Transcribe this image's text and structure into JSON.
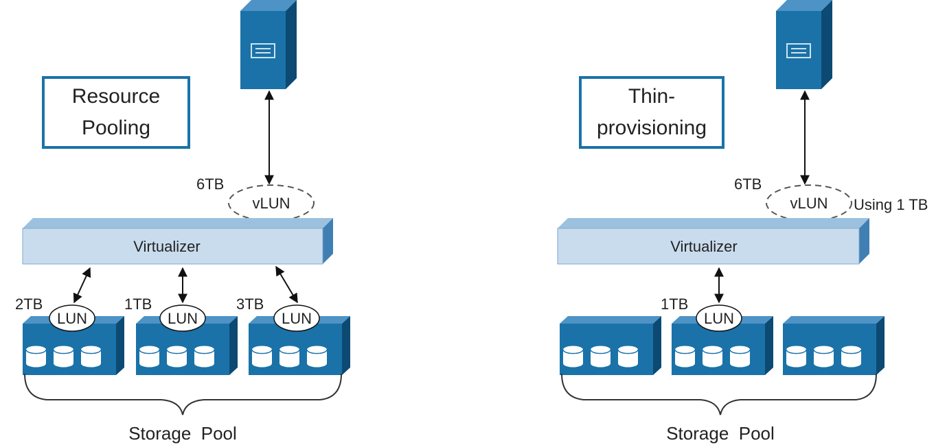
{
  "colors": {
    "accent": "#1a72a8",
    "accent_dark": "#0e5683",
    "accent_side": "#0c4a73",
    "virtualizer_face": "#c9dced",
    "virtualizer_top": "#9cc1de",
    "virtualizer_side": "#3f7fb4",
    "text": "#222222"
  },
  "left_panel": {
    "title_line1": "Resource",
    "title_line2": "Pooling",
    "vlun_capacity": "6TB",
    "vlun_label": "vLUN",
    "virtualizer_label": "Virtualizer",
    "luns": [
      {
        "capacity": "2TB",
        "label": "LUN"
      },
      {
        "capacity": "1TB",
        "label": "LUN"
      },
      {
        "capacity": "3TB",
        "label": "LUN"
      }
    ],
    "pool_label": "Storage  Pool",
    "icons": [
      "server-icon",
      "disk-array-icon"
    ]
  },
  "right_panel": {
    "title_line1": "Thin-",
    "title_line2": "provisioning",
    "vlun_capacity": "6TB",
    "vlun_label": "vLUN",
    "usage_note": "Using 1 TB",
    "virtualizer_label": "Virtualizer",
    "lun": {
      "capacity": "1TB",
      "label": "LUN"
    },
    "pool_label": "Storage  Pool",
    "icons": [
      "server-icon",
      "disk-array-icon"
    ]
  }
}
